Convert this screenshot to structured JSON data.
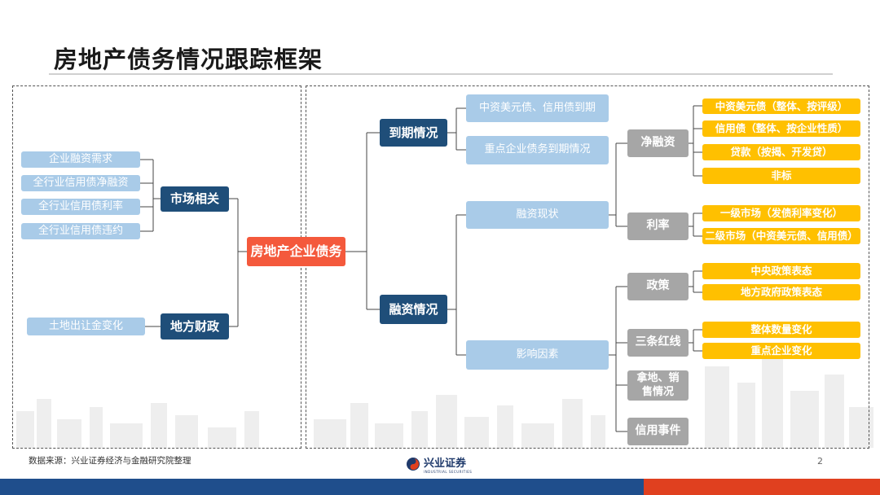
{
  "title": "房地产债务情况跟踪框架",
  "root": "房地产企业债务",
  "left": {
    "market": {
      "label": "市场相关",
      "items": [
        "企业融资需求",
        "全行业信用债净融资",
        "全行业信用债利率",
        "全行业信用债违约"
      ]
    },
    "local_finance": {
      "label": "地方财政",
      "items": [
        "土地出让金变化"
      ]
    }
  },
  "right": {
    "maturity": {
      "label": "到期情况",
      "items": [
        "中资美元债、信用债到期",
        "重点企业债务到期情况"
      ]
    },
    "financing": {
      "label": "融资情况",
      "status": "融资现状",
      "factors": "影响因素",
      "net": {
        "label": "净融资",
        "items": [
          "中资美元债（整体、按评级）",
          "信用债（整体、按企业性质）",
          "贷款（按揭、开发贷）",
          "非标"
        ]
      },
      "rate": {
        "label": "利率",
        "items": [
          "一级市场（发债利率变化）",
          "二级市场（中资美元债、信用债）"
        ]
      },
      "policy": {
        "label": "政策",
        "items": [
          "中央政策表态",
          "地方政府政策表态"
        ]
      },
      "redline": {
        "label": "三条红线",
        "items": [
          "整体数量变化",
          "重点企业变化"
        ]
      },
      "land_sales": "拿地、销售情况",
      "credit_events": "信用事件"
    }
  },
  "footer": {
    "source": "数据来源：兴业证券经济与金融研究院整理",
    "logo": "兴业证券",
    "logo_sub": "INDUSTRIAL SECURITIES",
    "page": "2"
  },
  "colors": {
    "dark_blue": "#1f4e79",
    "light_blue": "#a9cbe8",
    "red": "#f4593c",
    "gray": "#a6a6a6",
    "yellow": "#ffc000"
  }
}
